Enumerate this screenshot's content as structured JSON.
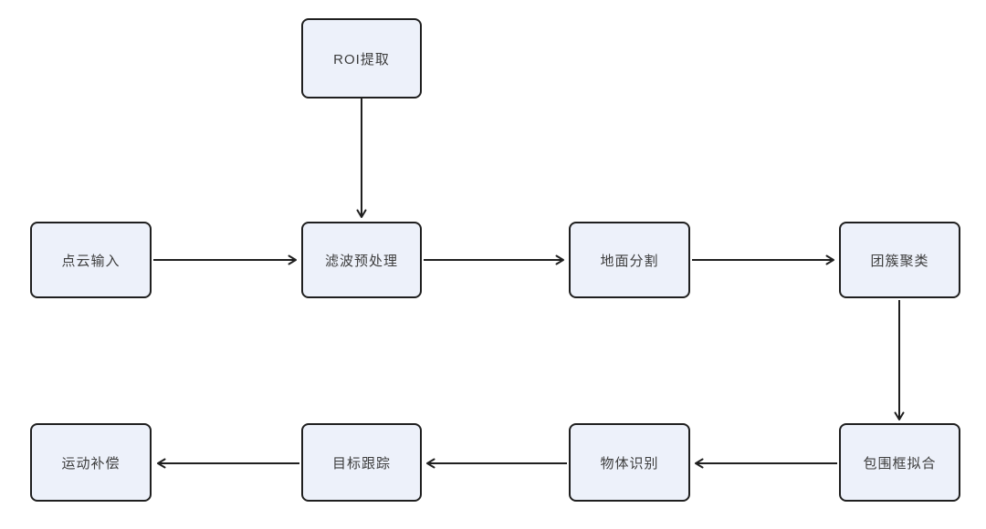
{
  "diagram": {
    "type": "flowchart",
    "colors": {
      "background": "#ffffff",
      "node_fill": "#edf1fa",
      "node_border": "#1f1f1f",
      "arrow": "#1f1f1f",
      "text": "#3d3d3d"
    },
    "nodes": [
      {
        "id": "roi-extraction",
        "label": "ROI提取"
      },
      {
        "id": "point-cloud-input",
        "label": "点云输入"
      },
      {
        "id": "filter-preprocess",
        "label": "滤波预处理"
      },
      {
        "id": "ground-segmentation",
        "label": "地面分割"
      },
      {
        "id": "cluster-clustering",
        "label": "团簇聚类"
      },
      {
        "id": "bounding-box-fit",
        "label": "包围框拟合"
      },
      {
        "id": "object-recognition",
        "label": "物体识别"
      },
      {
        "id": "target-tracking",
        "label": "目标跟踪"
      },
      {
        "id": "motion-compensation",
        "label": "运动补偿"
      }
    ],
    "edges": [
      {
        "from": "ROI提取",
        "to": "滤波预处理",
        "direction": "down"
      },
      {
        "from": "点云输入",
        "to": "滤波预处理",
        "direction": "right"
      },
      {
        "from": "滤波预处理",
        "to": "地面分割",
        "direction": "right"
      },
      {
        "from": "地面分割",
        "to": "团簇聚类",
        "direction": "right"
      },
      {
        "from": "团簇聚类",
        "to": "包围框拟合",
        "direction": "down"
      },
      {
        "from": "包围框拟合",
        "to": "物体识别",
        "direction": "left"
      },
      {
        "from": "物体识别",
        "to": "目标跟踪",
        "direction": "left"
      },
      {
        "from": "目标跟踪",
        "to": "运动补偿",
        "direction": "left"
      }
    ]
  }
}
